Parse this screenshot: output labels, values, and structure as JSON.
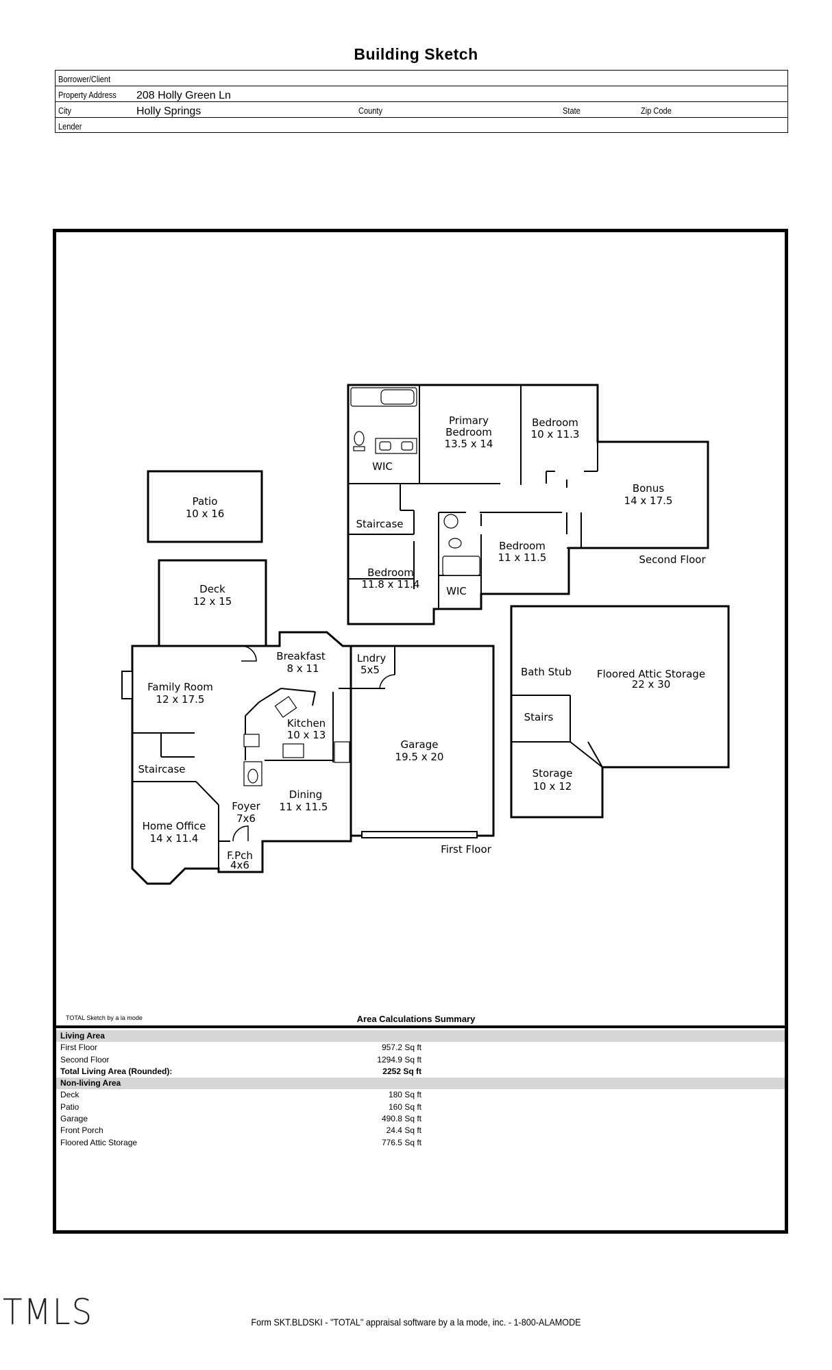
{
  "title": "Building Sketch",
  "header": {
    "borrower_label": "Borrower/Client",
    "borrower_value": "",
    "address_label": "Property Address",
    "address_value": "208 Holly Green Ln",
    "city_label": "City",
    "city_value": "Holly Springs",
    "county_label": "County",
    "state_label": "State",
    "zip_label": "Zip Code",
    "lender_label": "Lender"
  },
  "plan": {
    "second_floor_label": "Second Floor",
    "first_floor_label": "First Floor",
    "rooms": {
      "primary_bedroom": [
        "Primary",
        "Bedroom",
        "13.5 x 14"
      ],
      "bedroom_a": [
        "Bedroom",
        "10 x 11.3"
      ],
      "bonus": [
        "Bonus",
        "14 x 17.5"
      ],
      "wic_upper": [
        "WIC"
      ],
      "staircase_upper": [
        "Staircase"
      ],
      "bedroom_b": [
        "Bedroom",
        "11 x 11.5"
      ],
      "bedroom_c": [
        "Bedroom",
        "11.8 x 11.4"
      ],
      "wic_lower": [
        "WIC"
      ],
      "patio": [
        "Patio",
        "10 x 16"
      ],
      "deck": [
        "Deck",
        "12 x 15"
      ],
      "breakfast": [
        "Breakfast",
        "8 x 11"
      ],
      "laundry": [
        "Lndry",
        "5x5"
      ],
      "family_room": [
        "Family Room",
        "12 x 17.5"
      ],
      "kitchen": [
        "Kitchen",
        "10 x 13"
      ],
      "garage": [
        "Garage",
        "19.5 x 20"
      ],
      "staircase_lower": [
        "Staircase"
      ],
      "dining": [
        "Dining",
        "11 x 11.5"
      ],
      "foyer": [
        "Foyer",
        "7x6"
      ],
      "home_office": [
        "Home Office",
        "14 x 11.4"
      ],
      "front_porch": [
        "F.Pch",
        "4x6"
      ],
      "bath_stub": [
        "Bath Stub"
      ],
      "attic": [
        "Floored Attic Storage",
        "22 x 30"
      ],
      "stairs": [
        "Stairs"
      ],
      "storage": [
        "Storage",
        "10 x 12"
      ]
    }
  },
  "summary": {
    "credit": "TOTAL Sketch by a la mode",
    "title": "Area Calculations Summary",
    "living_header": "Living Area",
    "living_rows": [
      {
        "name": "First Floor",
        "value": "957.2 Sq ft"
      },
      {
        "name": "Second Floor",
        "value": "1294.9 Sq ft"
      }
    ],
    "total": {
      "name": "Total Living Area (Rounded):",
      "value": "2252 Sq ft"
    },
    "nonliving_header": "Non-living Area",
    "nonliving_rows": [
      {
        "name": "Deck",
        "value": "180 Sq ft"
      },
      {
        "name": "Patio",
        "value": "160 Sq ft"
      },
      {
        "name": "Garage",
        "value": "490.8 Sq ft"
      },
      {
        "name": "Front Porch",
        "value": "24.4 Sq ft"
      },
      {
        "name": "Floored Attic Storage",
        "value": "776.5 Sq ft"
      }
    ]
  },
  "logo": "TMLS",
  "footer": "Form SKT.BLDSKI - \"TOTAL\" appraisal software by a la mode, inc. - 1-800-ALAMODE"
}
